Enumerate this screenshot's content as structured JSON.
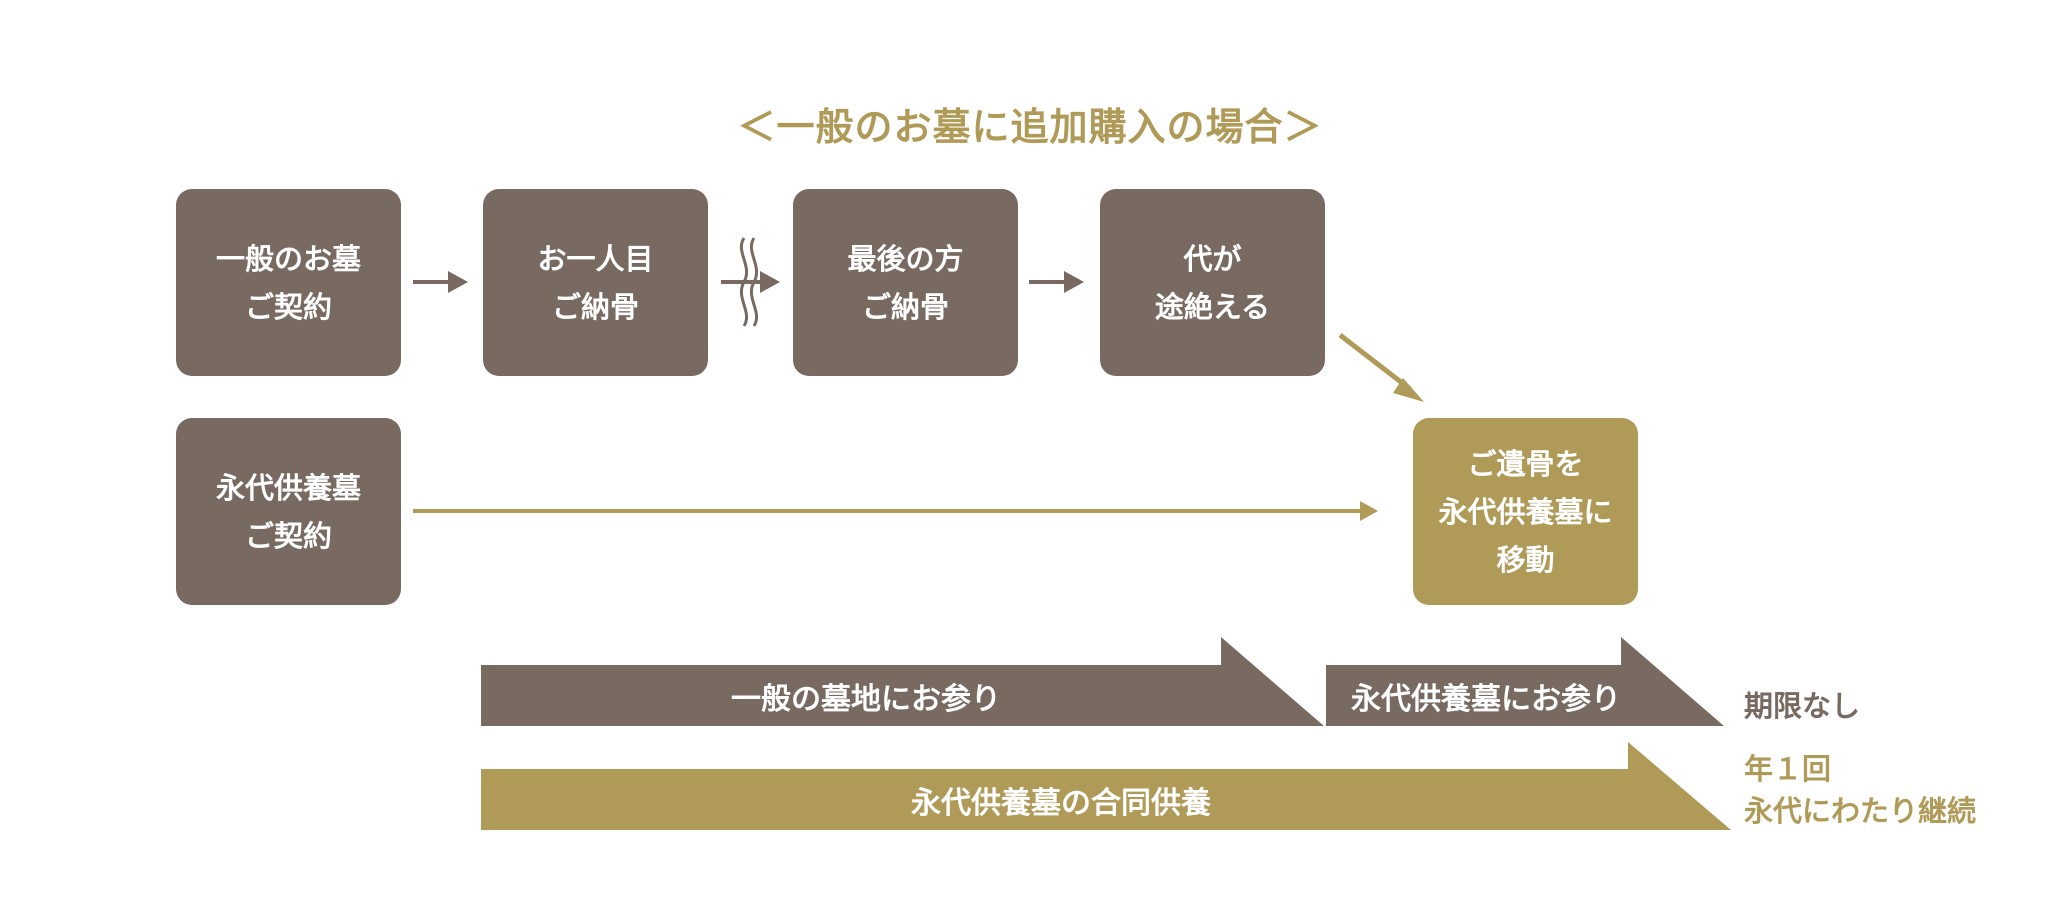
{
  "title": "＜一般のお墓に追加購入の場合＞",
  "boxes": {
    "general_contract": {
      "line1": "一般のお墓",
      "line2": "ご契約"
    },
    "first_interment": {
      "line1": "お一人目",
      "line2": "ご納骨"
    },
    "last_interment": {
      "line1": "最後の方",
      "line2": "ご納骨"
    },
    "line_ends": {
      "line1": "代が",
      "line2": "途絶える"
    },
    "eternal_contract": {
      "line1": "永代供養墓",
      "line2": "ご契約"
    },
    "move_remains": {
      "line1": "ご遺骨を",
      "line2": "永代供養墓に",
      "line3": "移動"
    }
  },
  "bands": {
    "visit_general": "一般の墓地にお参り",
    "visit_eternal": "永代供養墓にお参り",
    "joint_memorial": "永代供養墓の合同供養"
  },
  "notes": {
    "no_limit": "期限なし",
    "yearly_line1": "年１回",
    "yearly_line2": "永代にわたり継続"
  },
  "colors": {
    "gray": "#786a61",
    "gold": "#b09a58",
    "background": "#ffffff"
  }
}
